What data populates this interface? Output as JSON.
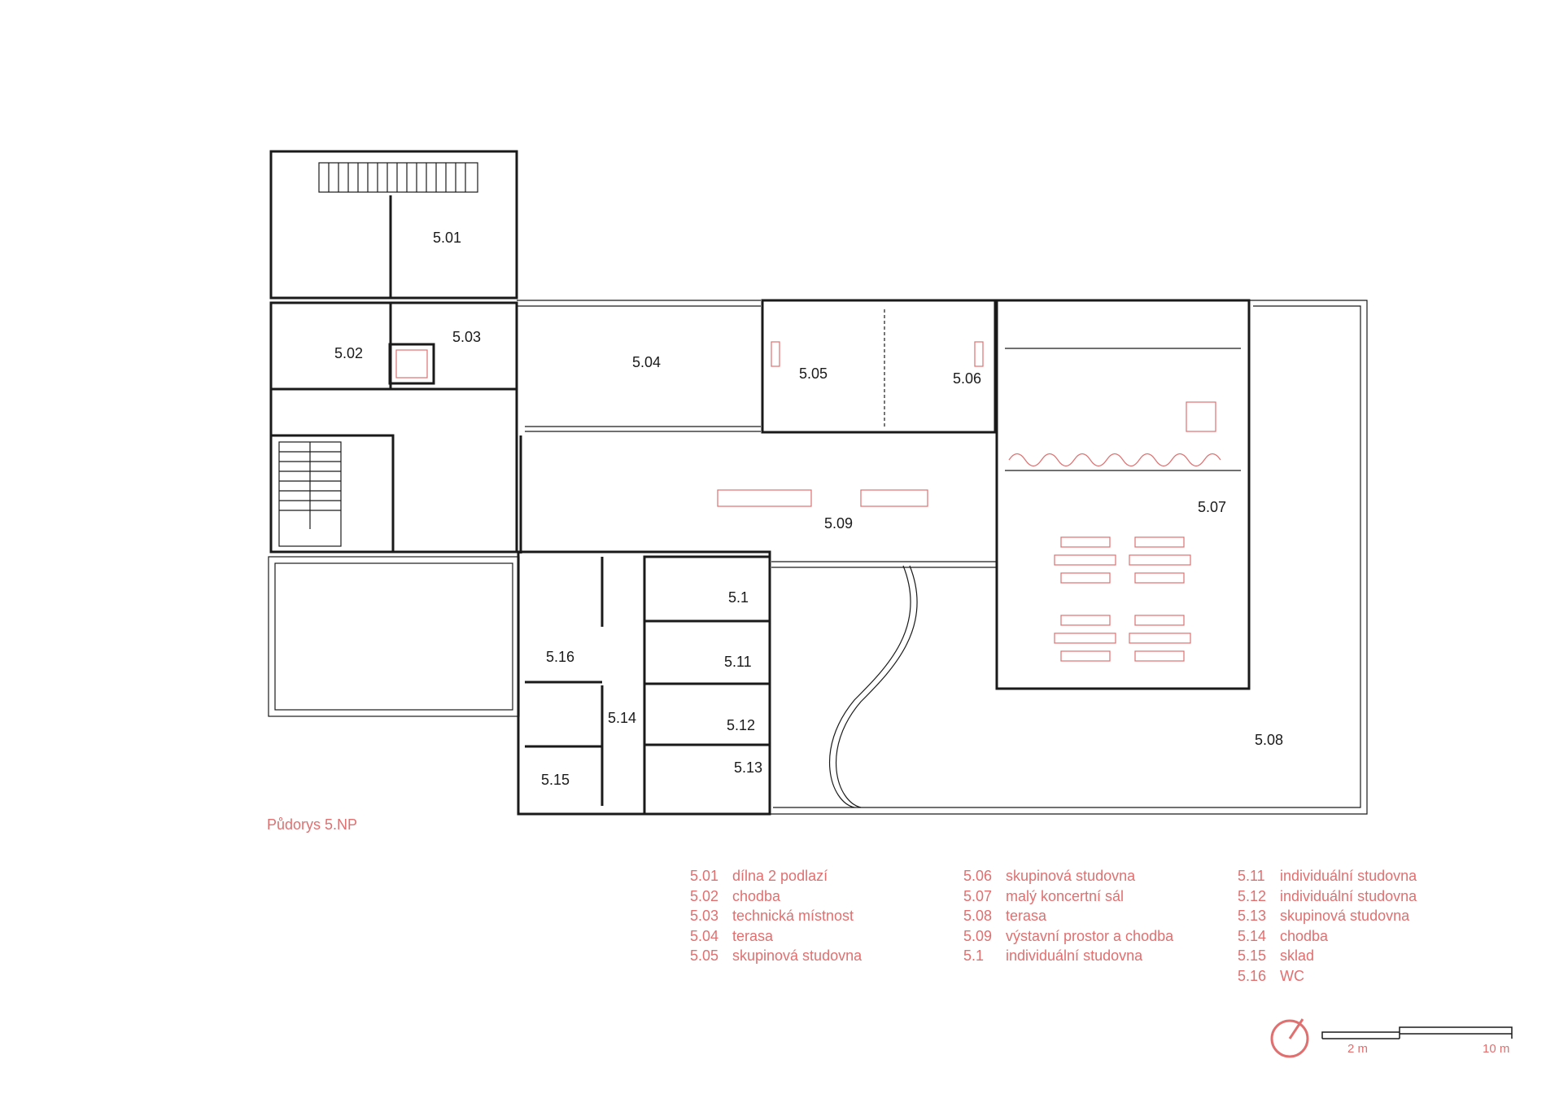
{
  "title": "Půdorys 5.NP",
  "rooms": [
    {
      "id": "5.01",
      "label": "5.01"
    },
    {
      "id": "5.02",
      "label": "5.02"
    },
    {
      "id": "5.03",
      "label": "5.03"
    },
    {
      "id": "5.04",
      "label": "5.04"
    },
    {
      "id": "5.05",
      "label": "5.05"
    },
    {
      "id": "5.06",
      "label": "5.06"
    },
    {
      "id": "5.07",
      "label": "5.07"
    },
    {
      "id": "5.08",
      "label": "5.08"
    },
    {
      "id": "5.09",
      "label": "5.09"
    },
    {
      "id": "5.1",
      "label": "5.1"
    },
    {
      "id": "5.11",
      "label": "5.11"
    },
    {
      "id": "5.12",
      "label": "5.12"
    },
    {
      "id": "5.13",
      "label": "5.13"
    },
    {
      "id": "5.14",
      "label": "5.14"
    },
    {
      "id": "5.15",
      "label": "5.15"
    },
    {
      "id": "5.16",
      "label": "5.16"
    }
  ],
  "legend": [
    [
      {
        "num": "5.01",
        "name": "dílna 2 podlazí"
      },
      {
        "num": "5.02",
        "name": "chodba"
      },
      {
        "num": "5.03",
        "name": "technická místnost"
      },
      {
        "num": "5.04",
        "name": "terasa"
      },
      {
        "num": "5.05",
        "name": "skupinová studovna"
      }
    ],
    [
      {
        "num": "5.06",
        "name": "skupinová studovna"
      },
      {
        "num": "5.07",
        "name": "malý koncertní sál"
      },
      {
        "num": "5.08",
        "name": "terasa"
      },
      {
        "num": "5.09",
        "name": "výstavní prostor a chodba"
      },
      {
        "num": "5.1",
        "name": "individuální studovna"
      }
    ],
    [
      {
        "num": "5.11",
        "name": "individuální studovna"
      },
      {
        "num": "5.12",
        "name": "individuální studovna"
      },
      {
        "num": "5.13",
        "name": "skupinová studovna"
      },
      {
        "num": "5.14",
        "name": "chodba"
      },
      {
        "num": "5.15",
        "name": "sklad"
      },
      {
        "num": "5.16",
        "name": "WC"
      }
    ]
  ],
  "scale": {
    "label_a": "2 m",
    "label_b": "10 m"
  },
  "colors": {
    "accent": "#e07070",
    "line": "#1a1a1a"
  },
  "icons": {
    "north": "compass-icon"
  }
}
